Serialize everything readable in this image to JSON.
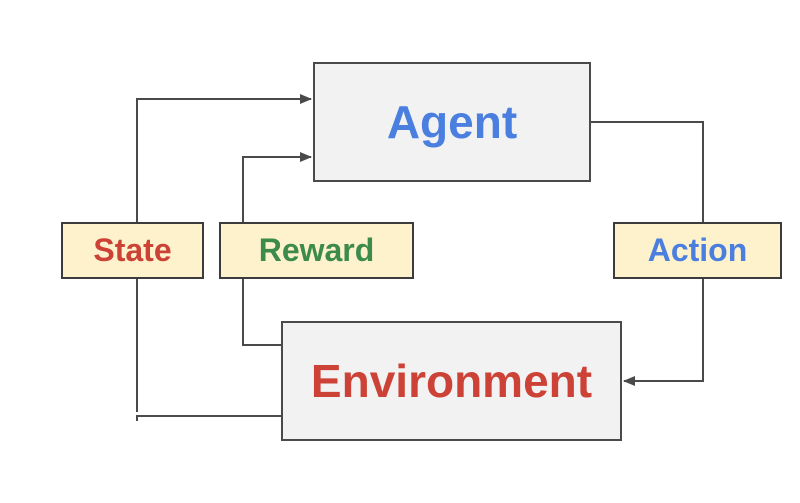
{
  "nodes": {
    "agent": {
      "label": "Agent",
      "color": "#4a7fe0"
    },
    "environment": {
      "label": "Environment",
      "color": "#cc4236"
    }
  },
  "edges": {
    "state": {
      "label": "State",
      "color": "#cc4236"
    },
    "reward": {
      "label": "Reward",
      "color": "#3d8b4a"
    },
    "action": {
      "label": "Action",
      "color": "#4a7fe0"
    }
  },
  "line_color": "#4a4a4a"
}
